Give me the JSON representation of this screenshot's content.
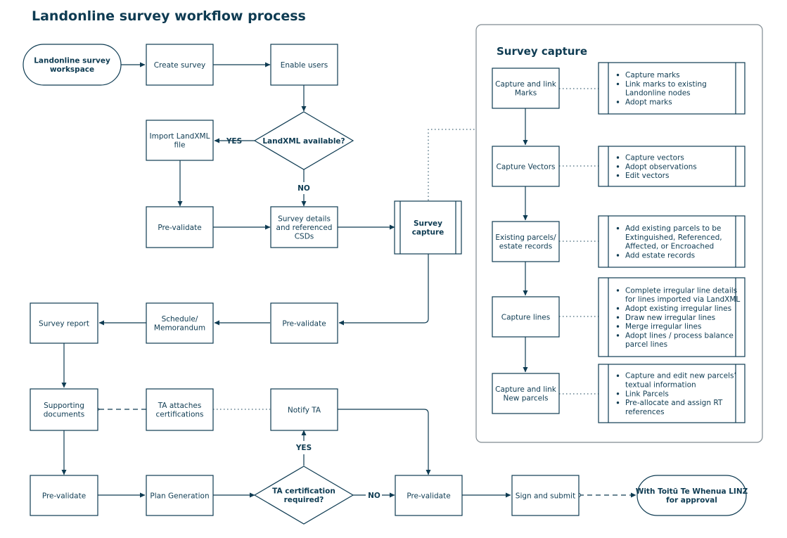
{
  "title": "Landonline survey workflow process",
  "capture_title": "Survey capture",
  "colors": {
    "stroke": "#0e3b52",
    "text": "#0e3b52",
    "panel_border": "#7f8a91",
    "background": "#ffffff"
  },
  "main": {
    "workspace": [
      "Landonline survey",
      "workspace"
    ],
    "create_survey": [
      "Create survey"
    ],
    "enable_users": [
      "Enable users"
    ],
    "landxml_decision": [
      "LandXML available?"
    ],
    "yes_1": "YES",
    "no_1": "NO",
    "import_landxml": [
      "Import LandXML",
      "file"
    ],
    "prevalidate_1": [
      "Pre-validate"
    ],
    "survey_details": [
      "Survey details",
      "and referenced",
      "CSDs"
    ],
    "survey_capture": [
      "Survey",
      "capture"
    ],
    "prevalidate_2": [
      "Pre-validate"
    ],
    "schedule": [
      "Schedule/",
      "Memorandum"
    ],
    "survey_report": [
      "Survey report"
    ],
    "supporting_docs": [
      "Supporting",
      "documents"
    ],
    "ta_attaches": [
      "TA attaches",
      "certifications"
    ],
    "notify_ta": [
      "Notify TA"
    ],
    "yes_2": "YES",
    "prevalidate_3": [
      "Pre-validate"
    ],
    "plan_generation": [
      "Plan Generation"
    ],
    "ta_decision": [
      "TA certification",
      "required?"
    ],
    "no_2": "NO",
    "prevalidate_4": [
      "Pre-validate"
    ],
    "sign_submit": [
      "Sign and submit"
    ],
    "linz": [
      "With Toitū Te Whenua LINZ",
      "for approval"
    ]
  },
  "capture": {
    "steps": [
      {
        "label": [
          "Capture and link",
          "Marks"
        ],
        "details": [
          [
            "Capture marks"
          ],
          [
            "Link marks to existing",
            "Landonline nodes"
          ],
          [
            "Adopt marks"
          ]
        ]
      },
      {
        "label": [
          "Capture Vectors"
        ],
        "details": [
          [
            "Capture vectors"
          ],
          [
            "Adopt observations"
          ],
          [
            "Edit vectors"
          ]
        ]
      },
      {
        "label": [
          "Existing parcels/",
          "estate records"
        ],
        "details": [
          [
            "Add existing parcels to be",
            "Extinguished, Referenced,",
            "Affected, or Encroached"
          ],
          [
            "Add estate records"
          ]
        ]
      },
      {
        "label": [
          "Capture lines"
        ],
        "details": [
          [
            "Complete irregular line details",
            "for lines imported via LandXML"
          ],
          [
            "Adopt existing irregular lines"
          ],
          [
            "Draw new irregular lines"
          ],
          [
            "Merge irregular lines"
          ],
          [
            "Adopt lines / process balance",
            "parcel lines"
          ]
        ]
      },
      {
        "label": [
          "Capture and link",
          "New parcels"
        ],
        "details": [
          [
            "Capture and edit new parcels’",
            "textual information"
          ],
          [
            "Link Parcels"
          ],
          [
            "Pre-allocate and assign RT",
            "references"
          ]
        ]
      }
    ]
  }
}
